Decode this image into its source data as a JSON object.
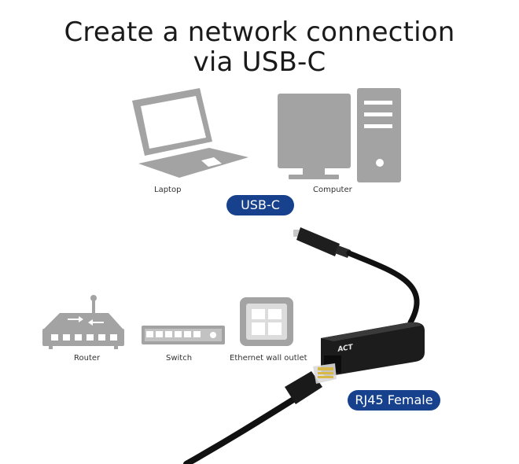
{
  "title": {
    "line1": "Create a network connection",
    "line2": "via USB-C"
  },
  "devices": {
    "laptop": "Laptop",
    "computer": "Computer",
    "router": "Router",
    "switch": "Switch",
    "wall_outlet": "Ethernet wall outlet"
  },
  "badges": {
    "usb_c": "USB-C",
    "rj45": "RJ45 Female"
  },
  "adapter_logo": "ACT",
  "colors": {
    "icon_gray": "#a3a3a3",
    "icon_dark": "#8c8c8c",
    "badge_blue": "#17418d",
    "adapter_body": "#1c1c1c",
    "cable": "#111111",
    "rj45_gold": "#d9b84a"
  }
}
